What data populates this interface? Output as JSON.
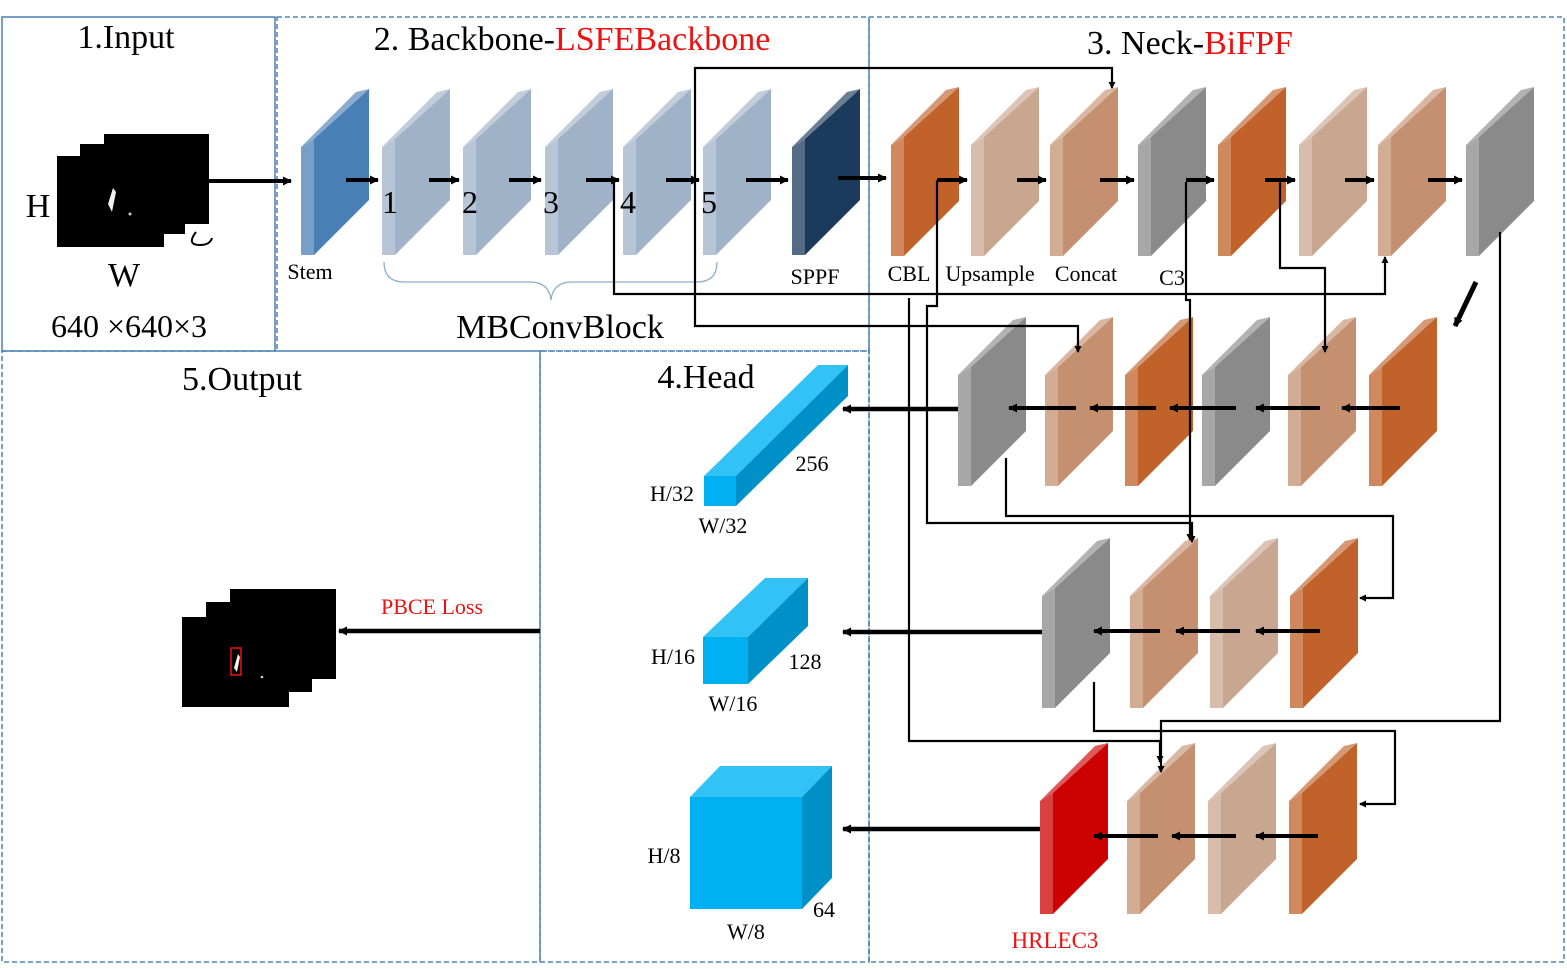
{
  "sections": {
    "input": "1.Input",
    "backbone_prefix": "2. Backbone-",
    "backbone_name": "LSFEBackbone",
    "neck_prefix": "3. Neck-",
    "neck_name": "BiFPF",
    "head": "4.Head",
    "output": "5.Output"
  },
  "input": {
    "h_label": "H",
    "w_label": "W",
    "size_label": "640 ×640×3"
  },
  "backbone": {
    "stem_label": "Stem",
    "block_numbers": [
      "1",
      "2",
      "3",
      "4",
      "5"
    ],
    "sppf_label": "SPPF",
    "group_label": "MBConvBlock"
  },
  "neck": {
    "labels": {
      "cbl": "CBL",
      "upsample": "Upsample",
      "concat": "Concat",
      "c3": "C3",
      "hrlec3": "HRLEC3"
    }
  },
  "head": {
    "outputs": [
      {
        "height": "H/32",
        "width": "W/32",
        "channels": "256"
      },
      {
        "height": "H/16",
        "width": "W/16",
        "channels": "128"
      },
      {
        "height": "H/8",
        "width": "W/8",
        "channels": "64"
      }
    ]
  },
  "output": {
    "loss_label": "PBCE Loss"
  },
  "colors": {
    "accent_red": "#ee1111",
    "frame_blue": "#2e6da4",
    "stem": "#4a7fb5",
    "mbconv": "#9fb2c8",
    "sppf": "#1c3a5c",
    "cbl": "#c0622a",
    "upsample": "#c9a690",
    "concat": "#c49070",
    "c3": "#8a8a8a",
    "hrlec3": "#cc0000",
    "head_box": "#00b0f0"
  }
}
